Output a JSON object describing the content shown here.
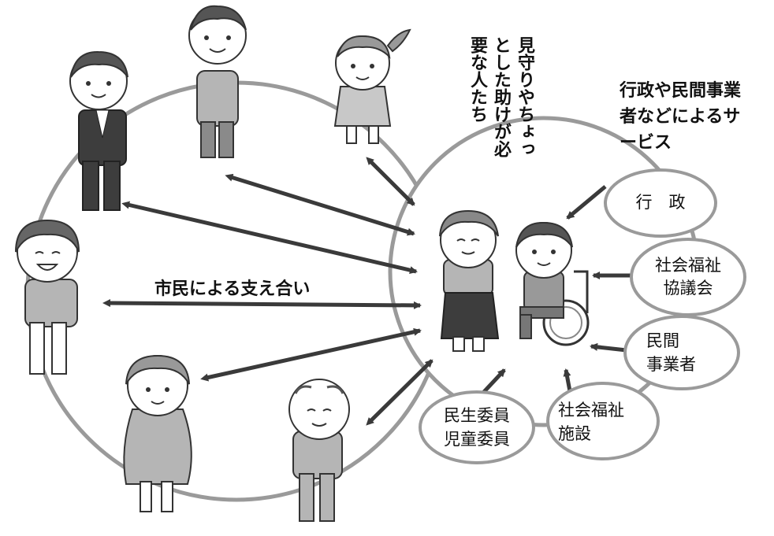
{
  "center_label": "市民による支え合い",
  "vertical_label": {
    "col1": "見守りやちょっ",
    "col2": "とした助けが必",
    "col3": "要な人たち"
  },
  "services_label": {
    "line1": "行政や民間事業",
    "line2": "者などによるサ",
    "line3": "ービス"
  },
  "ovals": {
    "gyousei": "行　政",
    "shakyo": {
      "line1": "社会福祉",
      "line2": "協議会"
    },
    "minkan": {
      "line1": "民間",
      "line2": "事業者"
    },
    "shisetsu": {
      "line1": "社会福祉",
      "line2": "施設"
    },
    "minsei": {
      "line1": "民生委員",
      "line2": "児童委員"
    }
  },
  "colors": {
    "ring": "#9a9a9a",
    "arrow": "#3a3a3a",
    "figure": "#b5b5b5",
    "dark_hair": "#3d3d3d"
  }
}
